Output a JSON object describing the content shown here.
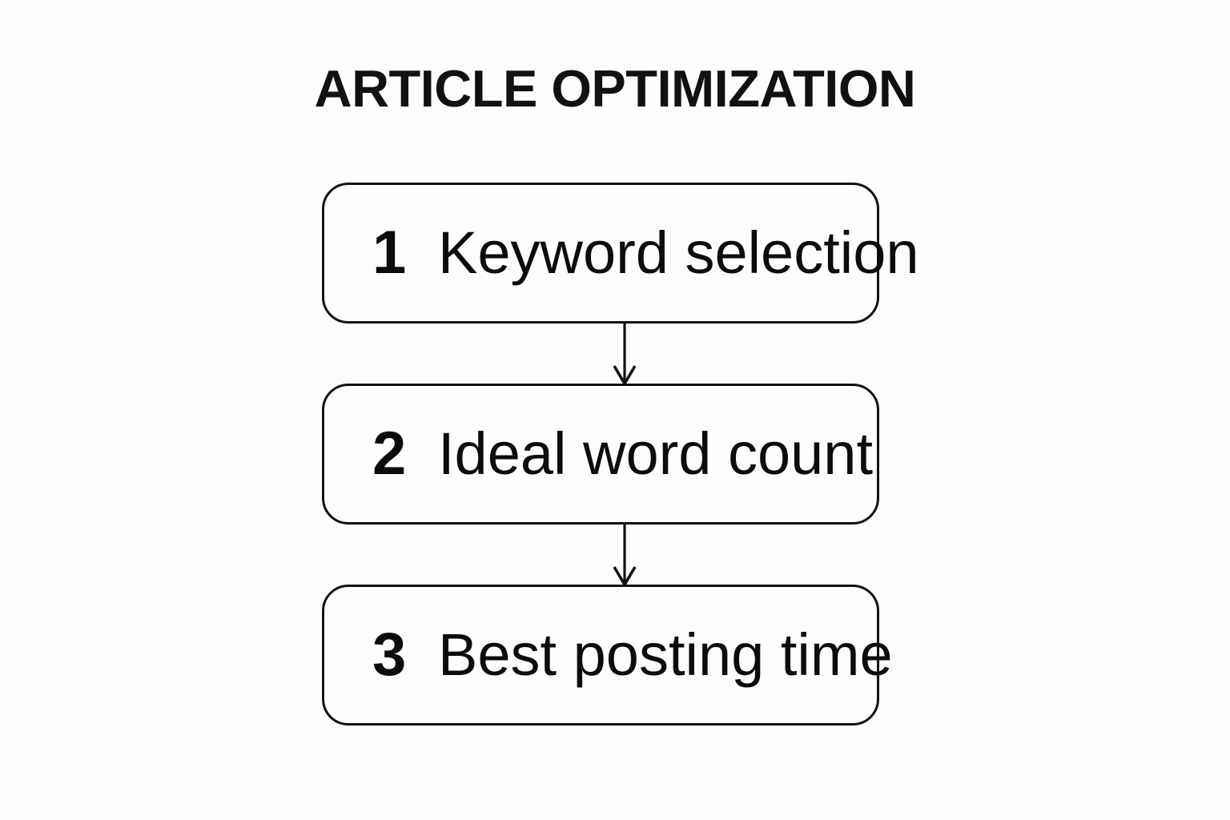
{
  "page": {
    "title": "ARTICLE OPTIMIZATION",
    "background_color": "#fdfdfb",
    "ink_color": "#111111"
  },
  "flow": {
    "steps": [
      {
        "number": "1",
        "label": "Keyword selection"
      },
      {
        "number": "2",
        "label": "Ideal word count"
      },
      {
        "number": "3",
        "label": "Best posting time"
      }
    ],
    "connector_icon": "down-arrow-icon"
  }
}
